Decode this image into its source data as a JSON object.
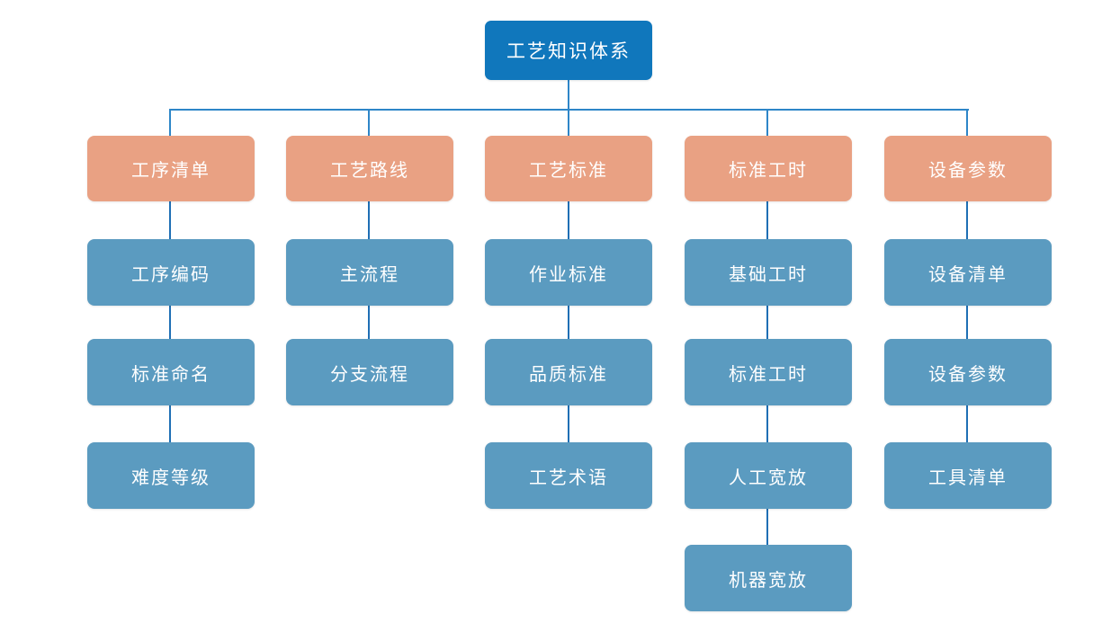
{
  "diagram": {
    "type": "organization-tree",
    "title": "工艺知识体系",
    "colors": {
      "root": "#1077BC",
      "level1": "#E9A183",
      "level2": "#5B9BC0",
      "connector": "#2E86C8",
      "text": "#FFFFFF",
      "background": "#FFFFFF"
    },
    "root": {
      "label": "工艺知识体系"
    },
    "columns": [
      {
        "header": "工序清单",
        "children": [
          "工序编码",
          "标准命名",
          "难度等级"
        ]
      },
      {
        "header": "工艺路线",
        "children": [
          "主流程",
          "分支流程"
        ]
      },
      {
        "header": "工艺标准",
        "children": [
          "作业标准",
          "品质标准",
          "工艺术语"
        ]
      },
      {
        "header": "标准工时",
        "children": [
          "基础工时",
          "标准工时",
          "人工宽放",
          "机器宽放"
        ]
      },
      {
        "header": "设备参数",
        "children": [
          "设备清单",
          "设备参数",
          "工具清单"
        ]
      }
    ]
  }
}
